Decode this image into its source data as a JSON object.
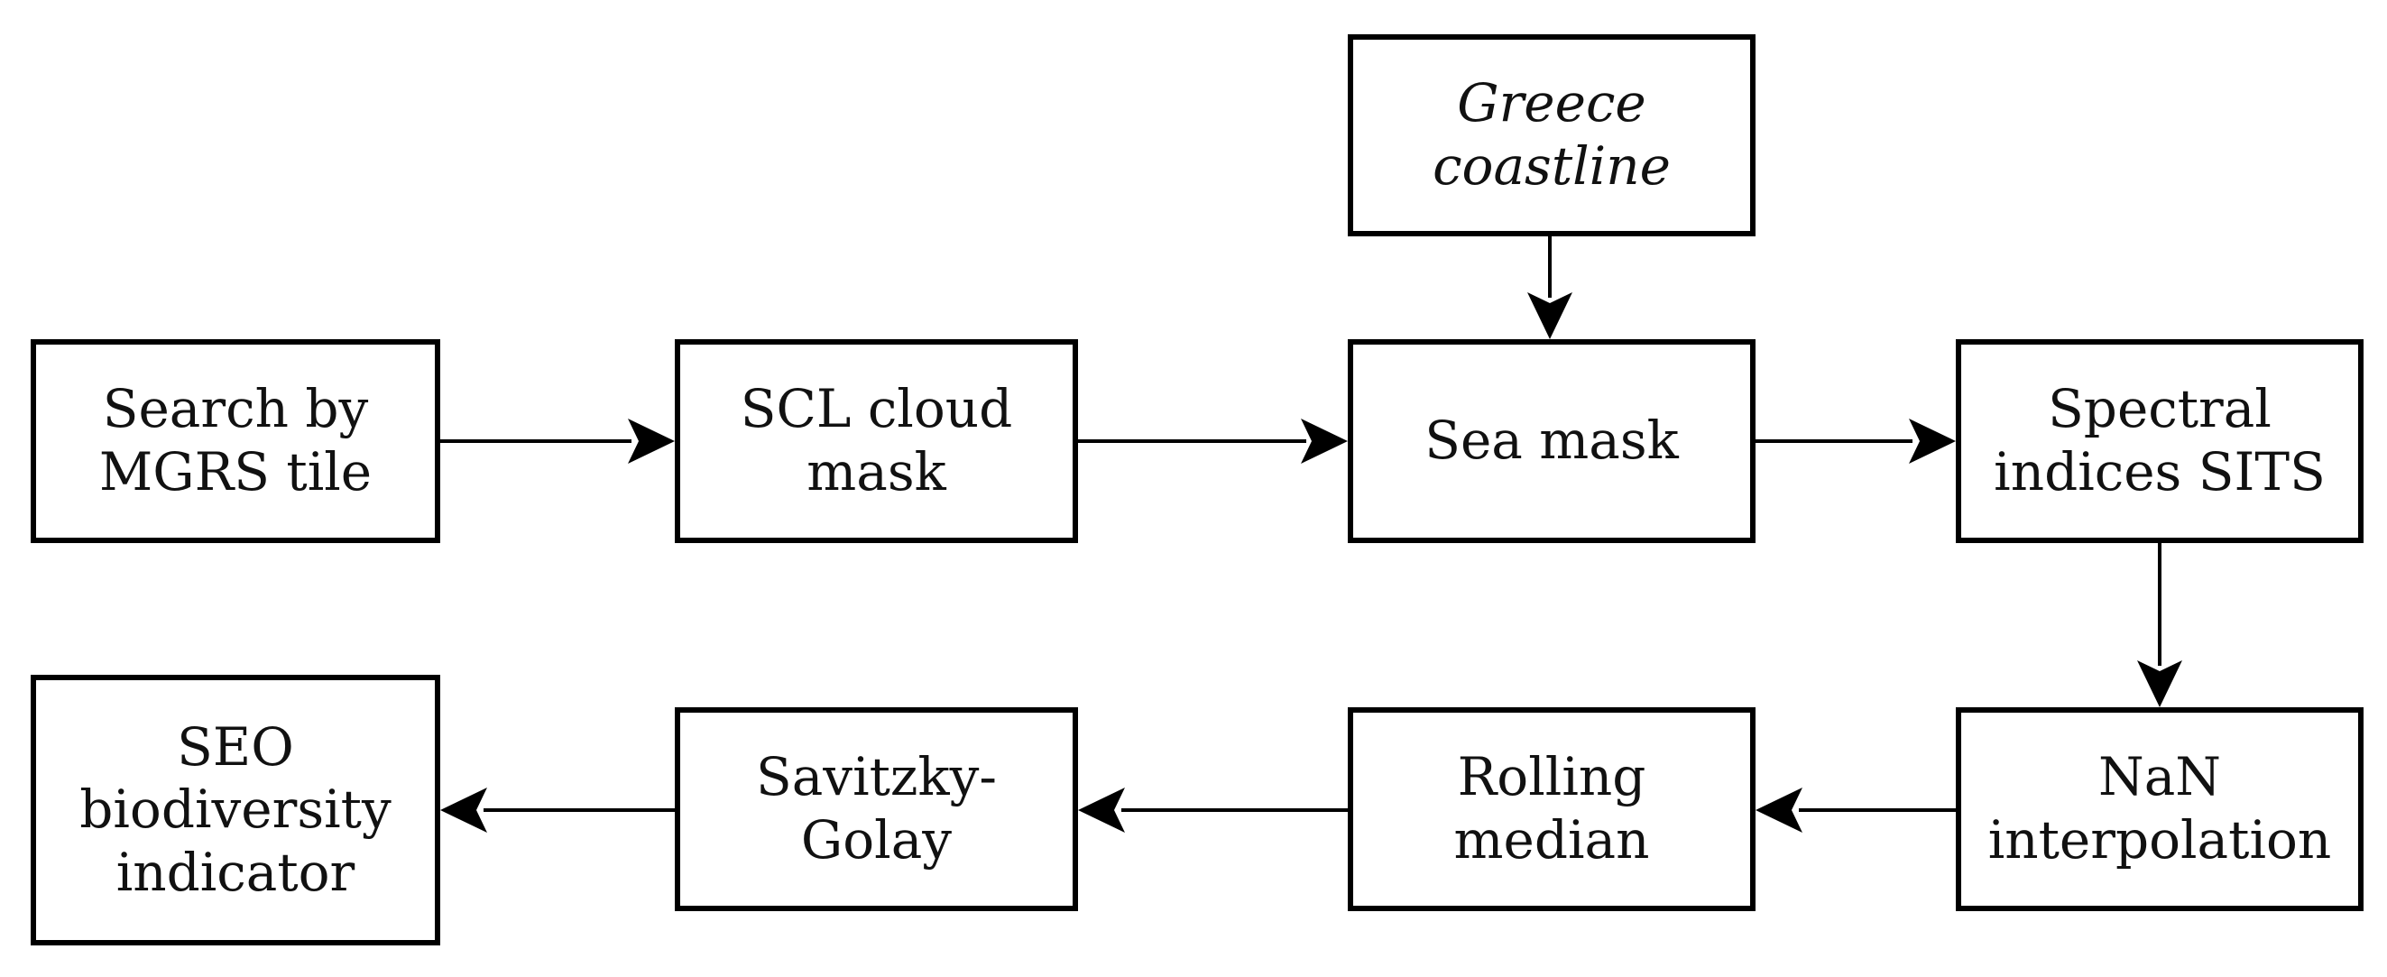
{
  "nodes": {
    "greece_coastline": "Greece coastline",
    "search_by_mgrs": "Search by\nMGRS tile",
    "scl_cloud_mask": "SCL cloud\nmask",
    "sea_mask": "Sea mask",
    "spectral_indices": "Spectral\nindices SITS",
    "nan_interpolation": "NaN\ninterpolation",
    "rolling_median": "Rolling\nmedian",
    "savitzky_golay": "Savitzky-\nGolay",
    "seo_indicator": "SEO\nbiodiversity\nindicator"
  },
  "edges": [
    {
      "from": "Search by MGRS tile",
      "to": "SCL cloud mask"
    },
    {
      "from": "SCL cloud mask",
      "to": "Sea mask"
    },
    {
      "from": "Greece coastline",
      "to": "Sea mask"
    },
    {
      "from": "Sea mask",
      "to": "Spectral indices SITS"
    },
    {
      "from": "Spectral indices SITS",
      "to": "NaN interpolation"
    },
    {
      "from": "NaN interpolation",
      "to": "Rolling median"
    },
    {
      "from": "Rolling median",
      "to": "Savitzky-Golay"
    },
    {
      "from": "Savitzky-Golay",
      "to": "SEO biodiversity indicator"
    }
  ]
}
